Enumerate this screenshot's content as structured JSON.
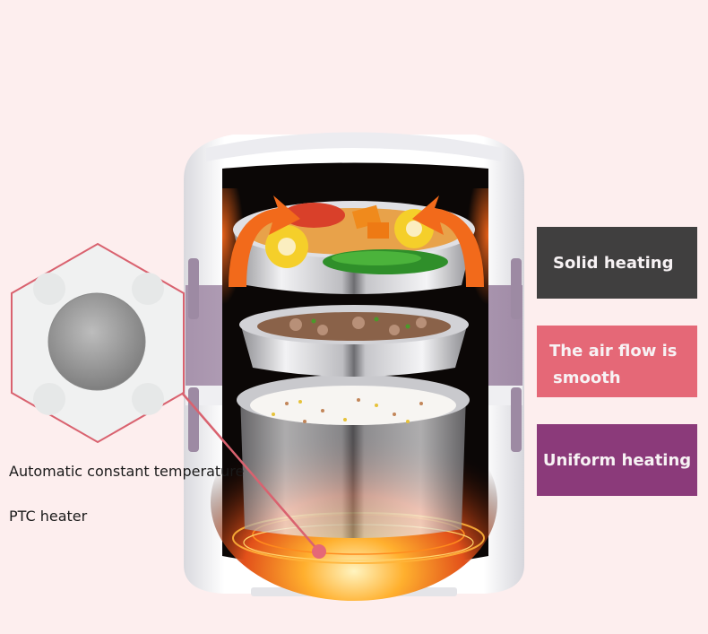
{
  "labels": {
    "solid_heating": "Solid heating",
    "air_flow_line1": "The air flow is",
    "air_flow_line2": "smooth",
    "uniform_heating": "Uniform heating"
  },
  "captions": {
    "auto_temp": "Automatic constant temperature",
    "ptc_heater": "PTC heater"
  },
  "colors": {
    "background": "#fdeeee",
    "solid_heating_bg": "#403f3f",
    "air_flow_bg": "#e56877",
    "uniform_heating_bg": "#8b3a7a",
    "callout_line": "#d9626f",
    "body_purple": "#b8a4bf"
  }
}
